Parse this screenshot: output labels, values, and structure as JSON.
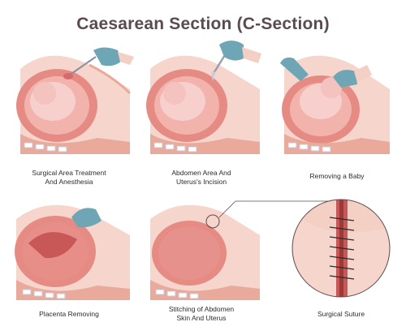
{
  "title": "Caesarean Section (C-Section)",
  "steps": [
    {
      "line1": "Surgical Area Treatment",
      "line2": "And Anesthesia"
    },
    {
      "line1": "Abdomen Area And",
      "line2": "Uterus's Incision"
    },
    {
      "line1": "Removing a Baby",
      "line2": ""
    },
    {
      "line1": "Placenta Removing",
      "line2": ""
    },
    {
      "line1": "Stitching of  Abdomen",
      "line2": "Skin And Uterus"
    },
    {
      "line1": "Surgical Suture",
      "line2": ""
    }
  ],
  "stock_id": "551507915",
  "colors": {
    "title": "#5b4a4e",
    "skin": "#f4cfc4",
    "skin_dark": "#e9a99b",
    "uterus": "#d86a6a",
    "uterus_inner": "#f0a8a4",
    "fetus": "#f6c9c6",
    "glove": "#6fa6b5",
    "spine": "#c7c9d6"
  },
  "icons": [
    "scalpel-icon",
    "glove-icon",
    "needle-icon",
    "magnifier-circle-icon"
  ]
}
